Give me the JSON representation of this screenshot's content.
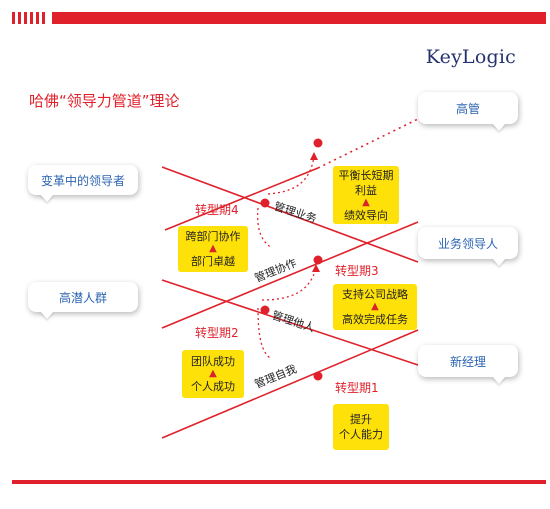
{
  "brand": "KeyLogic",
  "title": "哈佛“领导力管道”理论",
  "roles": {
    "senior_exec": "高管",
    "change_leader": "变革中的领导者",
    "business_leader": "业务领导人",
    "high_potential": "高潜人群",
    "new_manager": "新经理"
  },
  "phases": {
    "p1": "转型期1",
    "p2": "转型期2",
    "p3": "转型期3",
    "p4": "转型期4"
  },
  "management": {
    "self": "管理自我",
    "others": "管理他人",
    "function": "管理协作",
    "business": "管理业务"
  },
  "boxes": {
    "p1": {
      "top": "提升",
      "bottom": "个人能力"
    },
    "p2": {
      "top": "团队成功",
      "bottom": "个人成功"
    },
    "p3": {
      "top": "支持公司战略",
      "bottom": "高效完成任务"
    },
    "p4": {
      "top": "跨部门协作",
      "bottom": "部门卓越"
    },
    "p5": {
      "top": "平衡长短期",
      "top2": "利益",
      "bottom": "绩效导向"
    }
  },
  "colors": {
    "accent": "#e0212b",
    "highlight": "#ffe10a",
    "role_text": "#2c64b0",
    "brand": "#24326e"
  }
}
